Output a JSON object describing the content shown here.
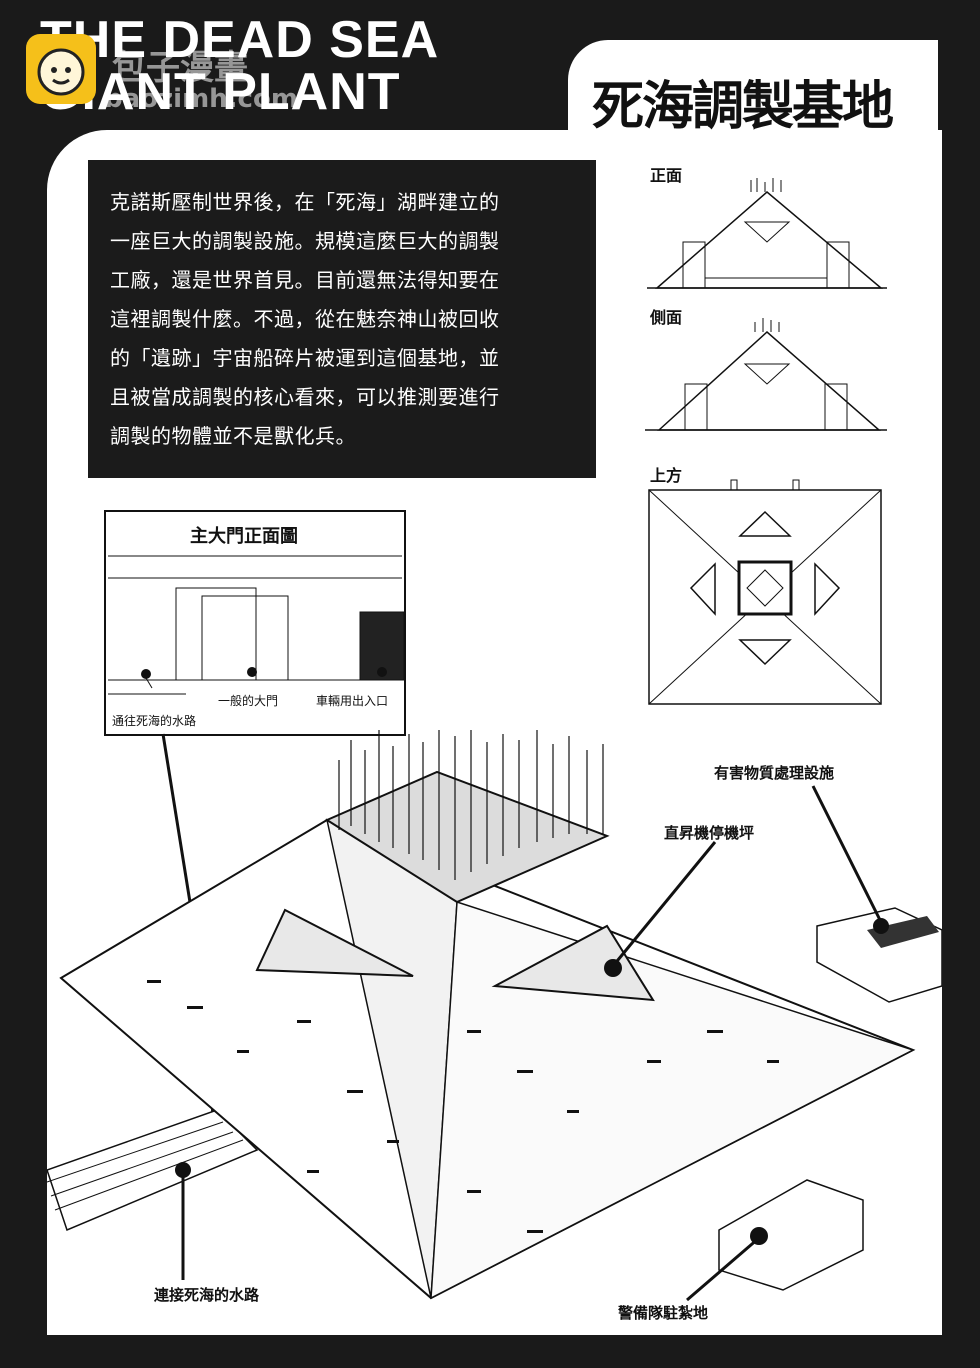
{
  "header": {
    "title_en_line1": "THE DEAD SEA",
    "title_en_line2": "GIANT PLANT",
    "title_zh": "死海調製基地"
  },
  "watermark": {
    "site_name": "包子漫畫",
    "site_url": "baozimh.com"
  },
  "description": {
    "lines": [
      "克諾斯壓制世界後，在「死海」湖畔建立的",
      "一座巨大的調製設施。規模這麼巨大的調製",
      "工廠，還是世界首見。目前還無法得知要在",
      "這裡調製什麼。不過，從在魅奈神山被回收",
      "的「遺跡」宇宙船碎片被運到這個基地，並",
      "且被當成調製的核心看來，可以推測要進行",
      "調製的物體並不是獸化兵。"
    ]
  },
  "views": {
    "front": "正面",
    "side": "側面",
    "top": "上方"
  },
  "gate": {
    "title": "主大門正面圖",
    "labels": {
      "waterway": "通往死海的水路",
      "main_gate": "一般的大門",
      "vehicle_entrance": "車輛用出入口"
    }
  },
  "callouts": {
    "hazard": "有害物質處理設施",
    "heliport": "直昇機停機坪",
    "canal": "連接死海的水路",
    "guard": "警備隊駐紮地"
  }
}
